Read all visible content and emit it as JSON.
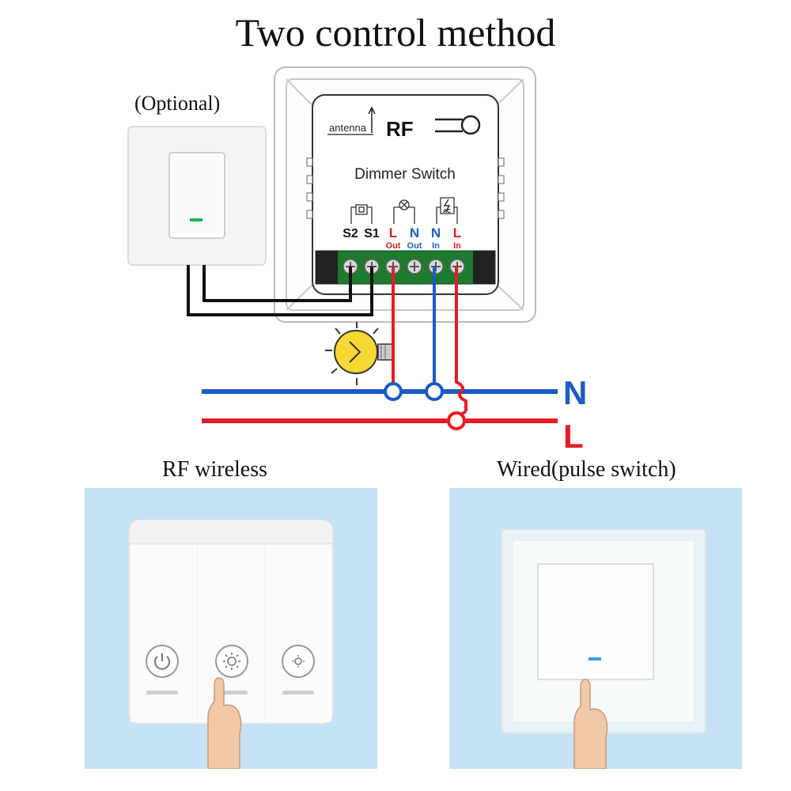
{
  "title": "Two control method",
  "optional_label": "(Optional)",
  "module": {
    "antenna_label": "antenna",
    "rf_label": "RF",
    "name": "Dimmer Switch",
    "terminals": [
      {
        "top": "S2",
        "bottom": "",
        "color": "#111111"
      },
      {
        "top": "S1",
        "bottom": "",
        "color": "#111111"
      },
      {
        "top": "L",
        "bottom": "Out",
        "color": "#e0201e"
      },
      {
        "top": "N",
        "bottom": "Out",
        "color": "#1f5fc4"
      },
      {
        "top": "N",
        "bottom": "In",
        "color": "#1f5fc4"
      },
      {
        "top": "L",
        "bottom": "In",
        "color": "#e0201e"
      }
    ],
    "ac_label": "AC"
  },
  "lines": {
    "n_label": "N",
    "l_label": "L",
    "n_color": "#1a5bc8",
    "l_color": "#e61c24"
  },
  "rf_section": {
    "label": "RF wireless"
  },
  "wired_section": {
    "label": "Wired(pulse switch)"
  },
  "colors": {
    "panel_bg": "#c6e2f6",
    "indicator_green": "#1fb84a",
    "indicator_blue": "#3aa0e8"
  }
}
